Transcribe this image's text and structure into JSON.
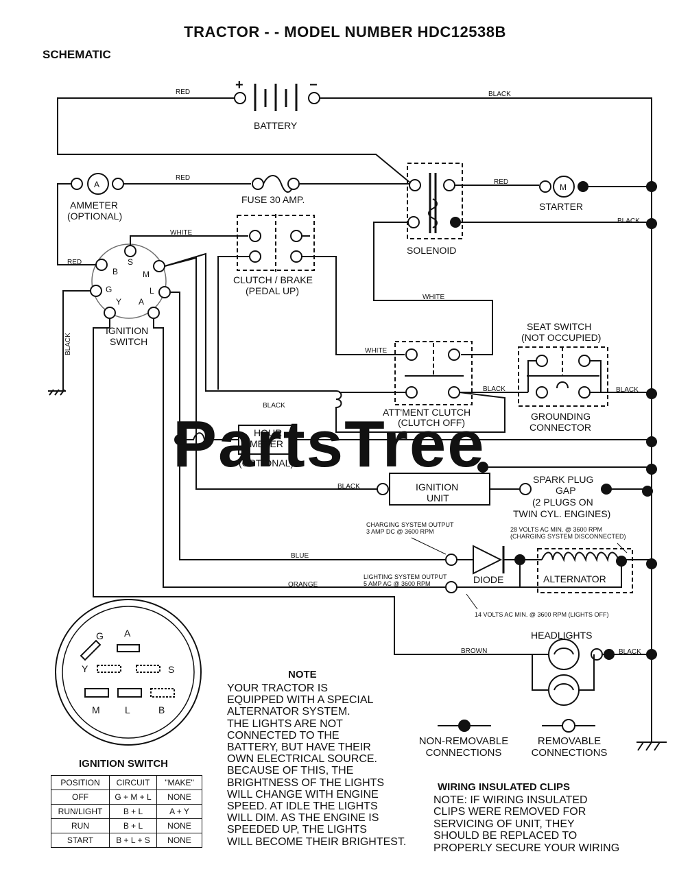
{
  "title": "TRACTOR - - MODEL NUMBER HDC12538B",
  "subtitle": "SCHEMATIC",
  "watermark": "PartsTree",
  "components": {
    "battery": "BATTERY",
    "battery_plus": "+",
    "battery_minus": "−",
    "ammeter": "AMMETER",
    "ammeter_opt": "(OPTIONAL)",
    "ammeter_symbol": "A",
    "fuse": "FUSE 30 AMP.",
    "solenoid": "SOLENOID",
    "starter": "STARTER",
    "starter_symbol": "M",
    "clutch_brake": "CLUTCH / BRAKE",
    "clutch_brake_sub": "(PEDAL UP)",
    "ignition_switch": "IGNITION",
    "ignition_switch_2": "SWITCH",
    "seat_switch": "SEAT SWITCH",
    "seat_switch_sub": "(NOT OCCUPIED)",
    "grounding": "GROUNDING",
    "grounding_2": "CONNECTOR",
    "attment_clutch": "ATT'MENT CLUTCH",
    "attment_clutch_sub": "(CLUTCH OFF)",
    "hour_meter": "HOUR",
    "hour_meter_2": "METER",
    "hour_meter_opt": "(OPTIONAL)",
    "ignition_unit": "IGNITION",
    "ignition_unit_2": "UNIT",
    "spark_plug_1": "SPARK PLUG",
    "spark_plug_2": "GAP",
    "spark_plug_3": "(2 PLUGS ON",
    "spark_plug_4": "TWIN CYL. ENGINES)",
    "diode": "DIODE",
    "alternator": "ALTERNATOR",
    "headlights": "HEADLIGHTS",
    "charging_1": "CHARGING SYSTEM OUTPUT",
    "charging_2": "3 AMP DC @ 3600 RPM",
    "lighting_1": "LIGHTING SYSTEM OUTPUT",
    "lighting_2": "5 AMP AC @ 3600 RPM",
    "volts28_1": "28 VOLTS AC MIN. @ 3600 RPM",
    "volts28_2": "(CHARGING SYSTEM DISCONNECTED)",
    "volts14": "14 VOLTS AC MIN. @ 3600 RPM (LIGHTS OFF)"
  },
  "terminals": {
    "B": "B",
    "S": "S",
    "M": "M",
    "G": "G",
    "L": "L",
    "Y": "Y",
    "A": "A"
  },
  "wires": {
    "red": "RED",
    "black": "BLACK",
    "white": "WHITE",
    "blue": "BLUE",
    "orange": "ORANGE",
    "brown": "BROWN"
  },
  "note": {
    "heading": "NOTE",
    "lines": [
      "YOUR TRACTOR IS",
      "EQUIPPED WITH A SPECIAL",
      "ALTERNATOR SYSTEM.",
      "THE LIGHTS ARE NOT",
      "CONNECTED TO THE",
      "BATTERY, BUT HAVE THEIR",
      "OWN ELECTRICAL SOURCE.",
      "BECAUSE OF THIS, THE",
      "BRIGHTNESS OF THE LIGHTS",
      "WILL CHANGE WITH ENGINE",
      "SPEED.  AT IDLE THE LIGHTS",
      "WILL DIM.  AS THE ENGINE IS",
      "SPEEDED UP, THE LIGHTS",
      "WILL BECOME THEIR BRIGHTEST."
    ]
  },
  "legend": {
    "non_removable_1": "NON-REMOVABLE",
    "non_removable_2": "CONNECTIONS",
    "removable_1": "REMOVABLE",
    "removable_2": "CONNECTIONS"
  },
  "wiring_clips": {
    "heading": "WIRING INSULATED CLIPS",
    "lines": [
      "NOTE: IF WIRING INSULATED",
      "CLIPS WERE REMOVED FOR",
      "SERVICING OF UNIT, THEY",
      "SHOULD BE REPLACED TO",
      "PROPERLY SECURE YOUR WIRING"
    ]
  },
  "ignition_table": {
    "title": "IGNITION SWITCH",
    "headers": [
      "POSITION",
      "CIRCUIT",
      "\"MAKE\""
    ],
    "rows": [
      [
        "OFF",
        "G + M + L",
        "NONE"
      ],
      [
        "RUN/LIGHT",
        "B + L",
        "A + Y"
      ],
      [
        "RUN",
        "B + L",
        "NONE"
      ],
      [
        "START",
        "B + L + S",
        "NONE"
      ]
    ]
  }
}
